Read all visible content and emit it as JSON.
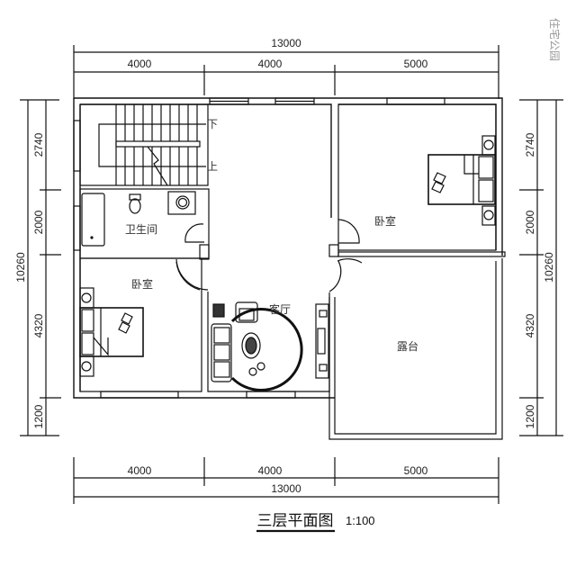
{
  "drawing": {
    "title": "三层平面图",
    "scale": "1:100",
    "watermark": "住宅公园"
  },
  "dimensions": {
    "top_total": "13000",
    "top_segments": [
      "4000",
      "4000",
      "5000"
    ],
    "bottom_segments": [
      "4000",
      "4000",
      "5000"
    ],
    "bottom_total": "13000",
    "left_total": "10260",
    "left_segments": [
      "2740",
      "2000",
      "4320",
      "1200"
    ],
    "right_total": "10260",
    "right_segments": [
      "2740",
      "2000",
      "4320",
      "1200"
    ]
  },
  "rooms": {
    "bathroom": "卫生间",
    "bedroom_ne": "卧室",
    "bedroom_sw": "卧室",
    "living_room": "客厅",
    "terrace": "露台"
  },
  "stairs": {
    "down_label": "下",
    "up_label": "上"
  }
}
